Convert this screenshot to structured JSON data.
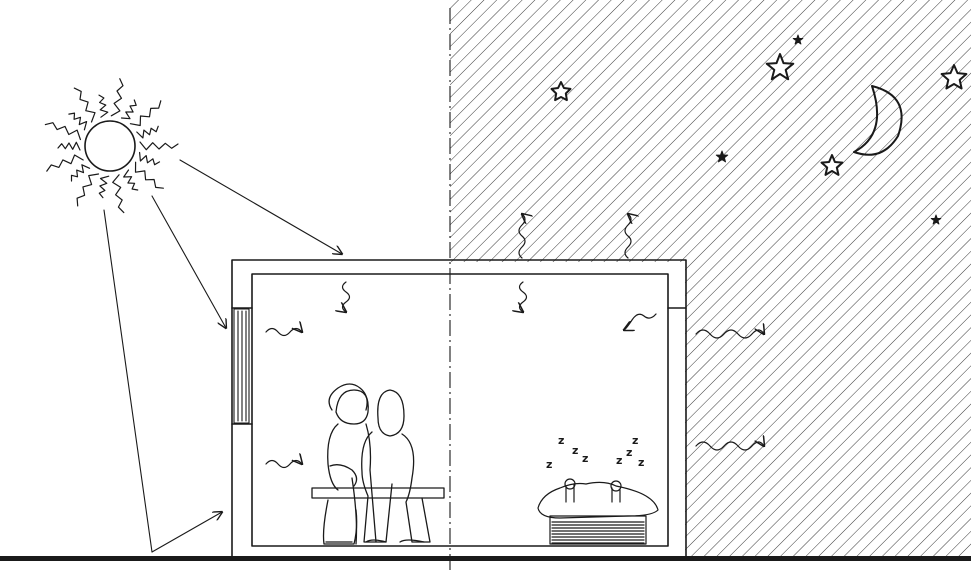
{
  "diagram": {
    "sleep_letters": [
      "z",
      "z",
      "z",
      "z",
      "z",
      "z",
      "z",
      "z"
    ],
    "colors": {
      "ink": "#1a1a1a",
      "night_hatch": "#3a3a3a",
      "paper": "#ffffff"
    }
  }
}
